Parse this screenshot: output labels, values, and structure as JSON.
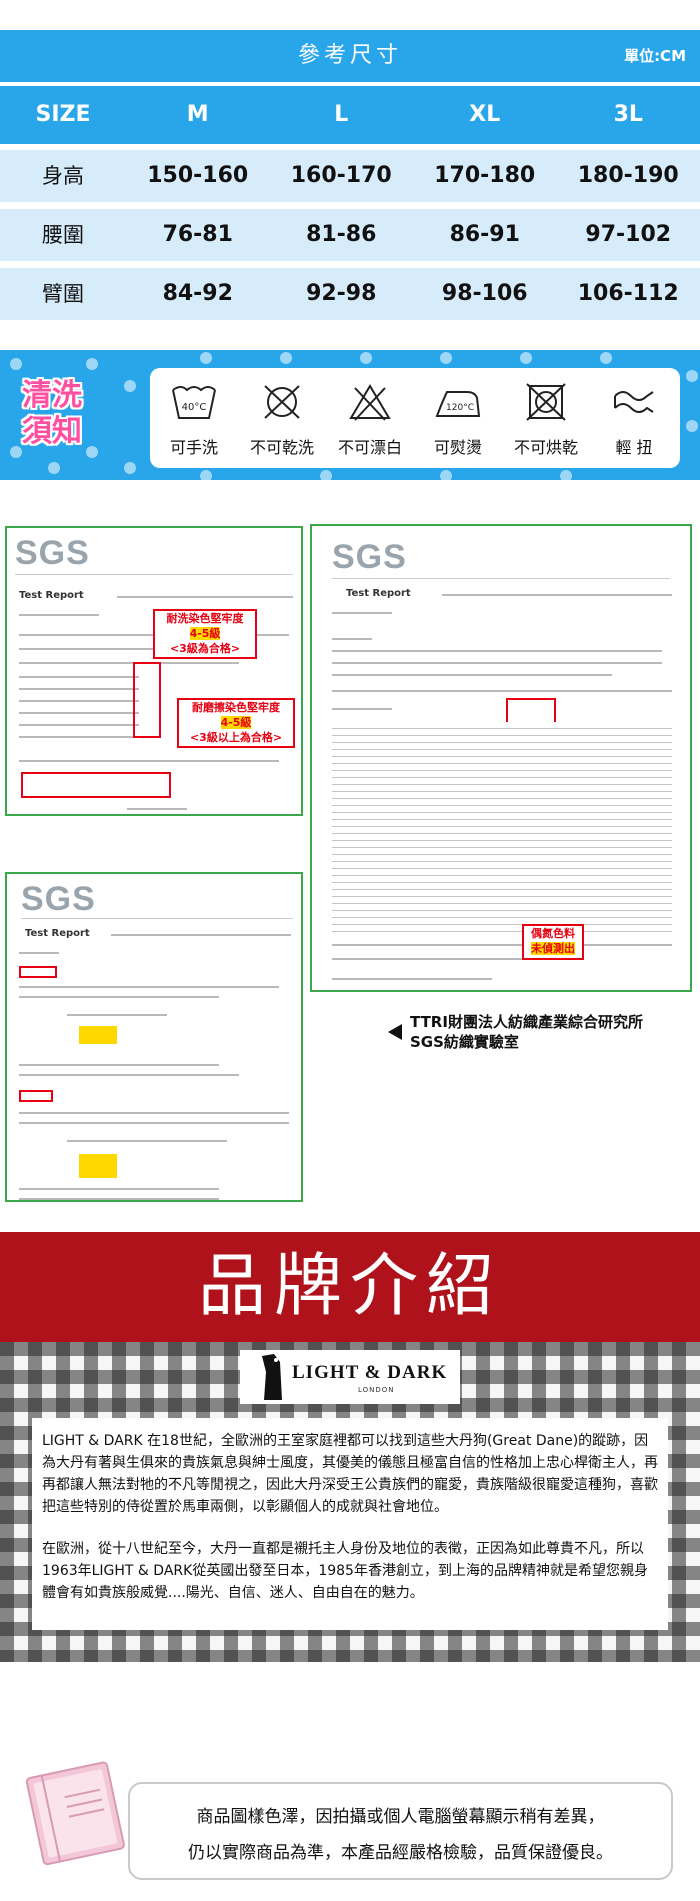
{
  "size_chart": {
    "title": "參考尺寸",
    "unit": "單位:CM",
    "header": [
      "SIZE",
      "M",
      "L",
      "XL",
      "3L"
    ],
    "rows": [
      {
        "label": "身高",
        "values": [
          "150-160",
          "160-170",
          "170-180",
          "180-190"
        ]
      },
      {
        "label": "腰圍",
        "values": [
          "76-81",
          "81-86",
          "86-91",
          "97-102"
        ]
      },
      {
        "label": "臂圍",
        "values": [
          "84-92",
          "92-98",
          "98-106",
          "106-112"
        ]
      }
    ]
  },
  "care": {
    "title_line1": "清洗",
    "title_line2": "須知",
    "items": [
      {
        "icon": "hand-wash-40-icon",
        "label": "可手洗",
        "symbol": "40°C"
      },
      {
        "icon": "no-dry-clean-icon",
        "label": "不可乾洗"
      },
      {
        "icon": "no-bleach-icon",
        "label": "不可漂白"
      },
      {
        "icon": "iron-120-icon",
        "label": "可熨燙",
        "symbol": "120°C"
      },
      {
        "icon": "no-tumble-dry-icon",
        "label": "不可烘乾"
      },
      {
        "icon": "gentle-wring-icon",
        "label": "輕 扭"
      }
    ]
  },
  "reports": {
    "logo": "SGS",
    "report_label": "Test Report",
    "notes": {
      "wash_fastness_title": "耐洗染色堅牢度",
      "wash_fastness_grade": "4-5級",
      "wash_fastness_pass": "<3級為合格>",
      "rub_fastness_title": "耐磨擦染色堅牢度",
      "rub_fastness_grade": "4-5級",
      "rub_fastness_pass": "<3級以上為合格>",
      "azo_line1": "偶氮色料",
      "azo_line2": "未偵測出"
    },
    "caption_line1": "TTRI財團法人紡織產業綜合研究所",
    "caption_line2": "SGS紡織實驗室"
  },
  "brand": {
    "banner": "品牌介紹",
    "logo_name": "LIGHT & DARK",
    "logo_sub": "LONDON",
    "para1": "LIGHT & DARK 在18世紀，全歐洲的王室家庭裡都可以找到這些大丹狗(Great Dane)的蹤跡，因為大丹有著與生俱來的貴族氣息與紳士風度，其優美的儀態且極富自信的性格加上忠心桿衛主人，再再都讓人無法對牠的不凡等閒視之，因此大丹深受王公貴族們的寵愛，貴族階級很寵愛這種狗，喜歡把這些特別的侍從置於馬車兩側，以彰顯個人的成就與社會地位。",
    "para2": "在歐洲，從十八世紀至今，大丹一直都是襯托主人身份及地位的表徵，正因為如此尊貴不凡，所以1963年LIGHT & DARK從英國出發至日本，1985年香港創立，到上海的品牌精神就是希望您親身體會有如貴族般威覺....陽光、自信、迷人、自由自在的魅力。"
  },
  "footer_note": {
    "line1": "商品圖樣色澤，因拍攝或個人電腦螢幕顯示稍有差異，",
    "line2": "仍以實際商品為準，本產品經嚴格檢驗，品質保證優良。"
  }
}
